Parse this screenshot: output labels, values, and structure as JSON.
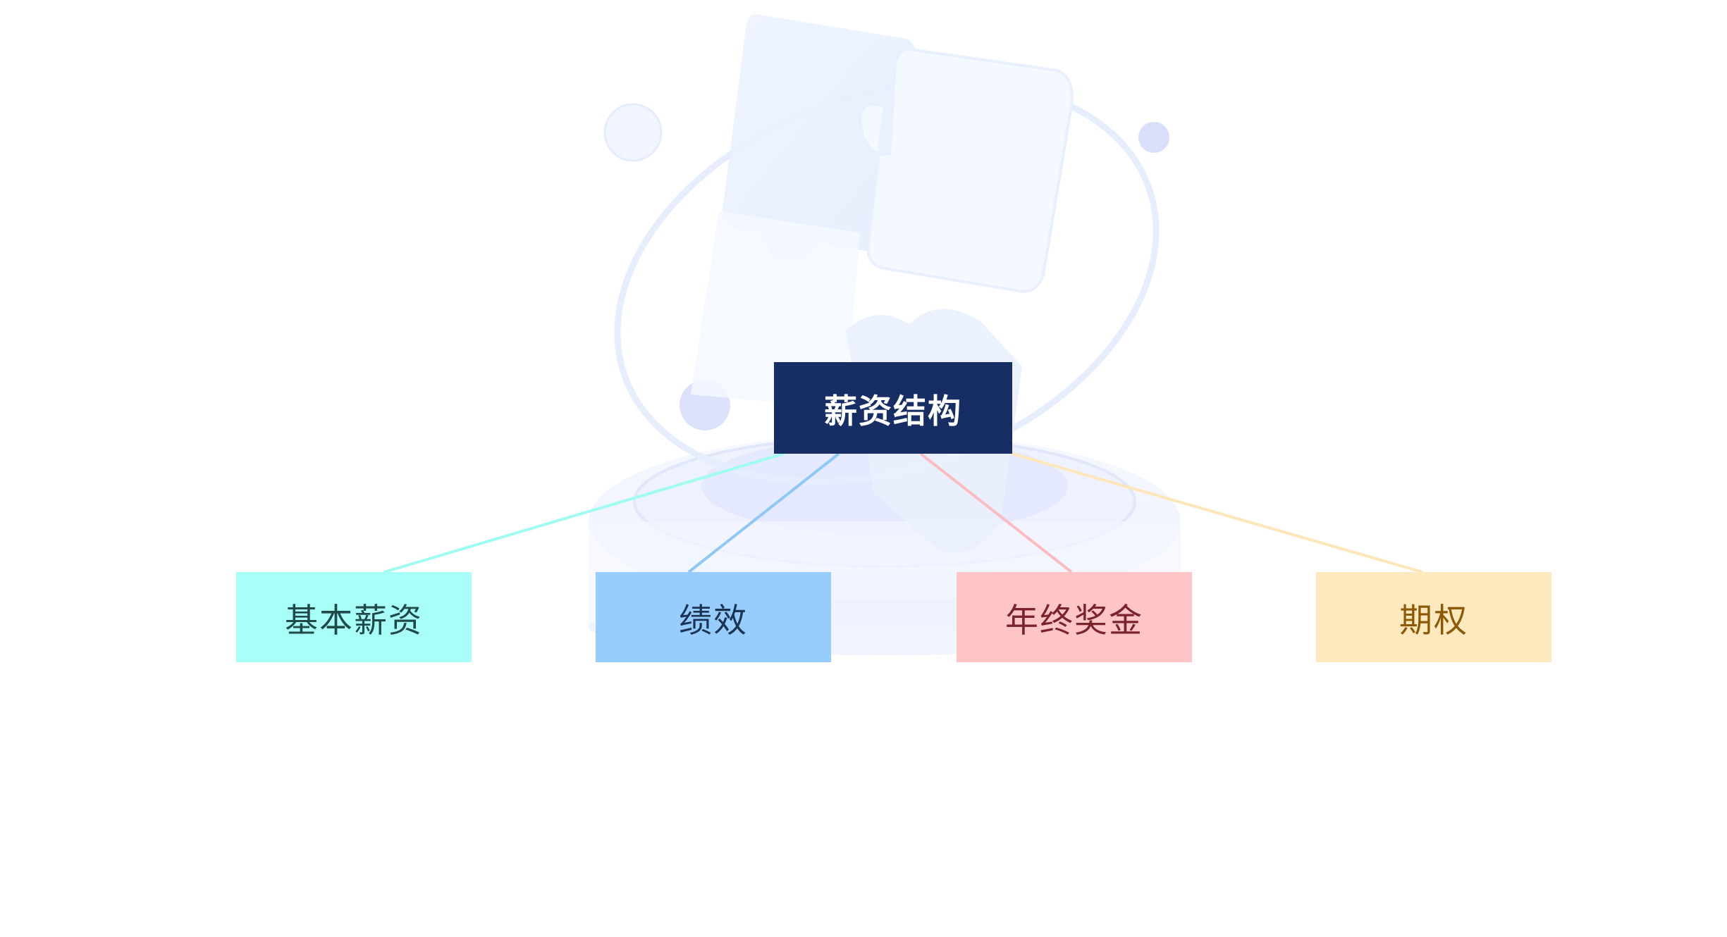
{
  "root": {
    "label": "薪资结构",
    "color": "#172e64",
    "text_color": "#ffffff"
  },
  "children": [
    {
      "label": "基本薪资",
      "fill": "#a8fff7",
      "text_color": "#1f4a48",
      "line": "#9ffcf0"
    },
    {
      "label": "绩效",
      "fill": "#97cdfd",
      "text_color": "#1c3454",
      "line": "#8ec9f6"
    },
    {
      "label": "年终奖金",
      "fill": "#fec5c6",
      "text_color": "#7a2328",
      "line": "#fbbcc0"
    },
    {
      "label": "期权",
      "fill": "#fee9bf",
      "text_color": "#8a5a06",
      "line": "#fde6b8"
    }
  ]
}
